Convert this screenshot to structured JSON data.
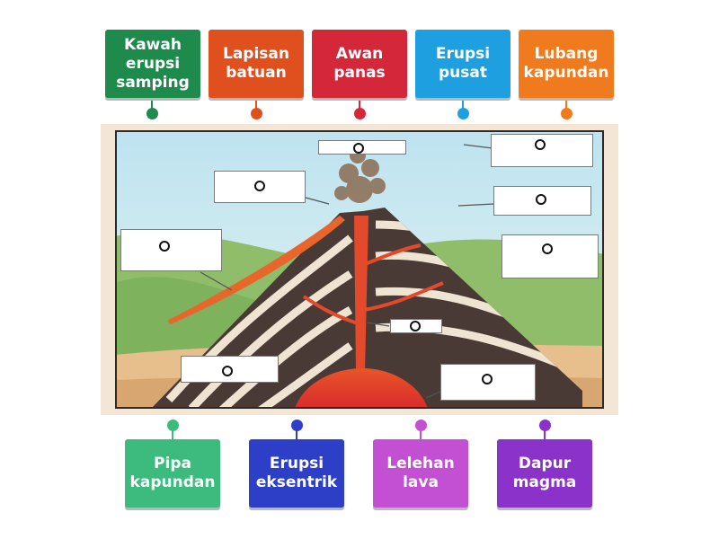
{
  "top_tiles": [
    {
      "label": "Kawah\nerupsi\nsamping",
      "color": "#1e8a4c"
    },
    {
      "label": "Lapisan\nbatuan",
      "color": "#e0501f"
    },
    {
      "label": "Awan\npanas",
      "color": "#d4283a"
    },
    {
      "label": "Erupsi\npusat",
      "color": "#1e9fe0"
    },
    {
      "label": "Lubang\nkapundan",
      "color": "#f07b1f"
    }
  ],
  "bottom_tiles": [
    {
      "label": "Pipa\nkapundan",
      "color": "#3dbb7e"
    },
    {
      "label": "Erupsi\neksentrik",
      "color": "#2d3fc6"
    },
    {
      "label": "Lelehan\nlava",
      "color": "#c34fd2"
    },
    {
      "label": "Dapur\nmagma",
      "color": "#8a32c9"
    }
  ]
}
